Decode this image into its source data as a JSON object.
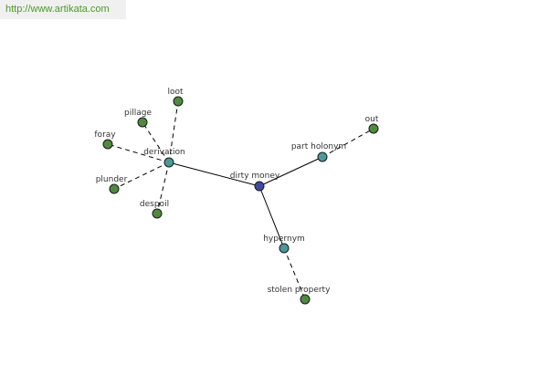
{
  "header": {
    "url": "http://www.artikata.com"
  },
  "colors": {
    "root": "#3f4aa0",
    "relation": "#4a9a9a",
    "term": "#4f8a3f"
  },
  "graph": {
    "nodes": [
      {
        "id": "dirty_money",
        "label": "dirty money",
        "kind": "root"
      },
      {
        "id": "derivation",
        "label": "derivation",
        "kind": "relation"
      },
      {
        "id": "part_holonym",
        "label": "part holonym",
        "kind": "relation"
      },
      {
        "id": "hypernym",
        "label": "hypernym",
        "kind": "relation"
      },
      {
        "id": "loot",
        "label": "loot",
        "kind": "term"
      },
      {
        "id": "pillage",
        "label": "pillage",
        "kind": "term"
      },
      {
        "id": "foray",
        "label": "foray",
        "kind": "term"
      },
      {
        "id": "plunder",
        "label": "plunder",
        "kind": "term"
      },
      {
        "id": "despoil",
        "label": "despoil",
        "kind": "term"
      },
      {
        "id": "out",
        "label": "out",
        "kind": "term"
      },
      {
        "id": "stolen_property",
        "label": "stolen property",
        "kind": "term"
      }
    ],
    "edges": [
      {
        "from": "dirty_money",
        "to": "derivation",
        "style": "solid"
      },
      {
        "from": "dirty_money",
        "to": "part_holonym",
        "style": "solid"
      },
      {
        "from": "dirty_money",
        "to": "hypernym",
        "style": "solid"
      },
      {
        "from": "derivation",
        "to": "loot",
        "style": "dashed"
      },
      {
        "from": "derivation",
        "to": "pillage",
        "style": "dashed"
      },
      {
        "from": "derivation",
        "to": "foray",
        "style": "dashed"
      },
      {
        "from": "derivation",
        "to": "plunder",
        "style": "dashed"
      },
      {
        "from": "derivation",
        "to": "despoil",
        "style": "dashed"
      },
      {
        "from": "part_holonym",
        "to": "out",
        "style": "dashed"
      },
      {
        "from": "hypernym",
        "to": "stolen_property",
        "style": "dashed"
      }
    ]
  }
}
